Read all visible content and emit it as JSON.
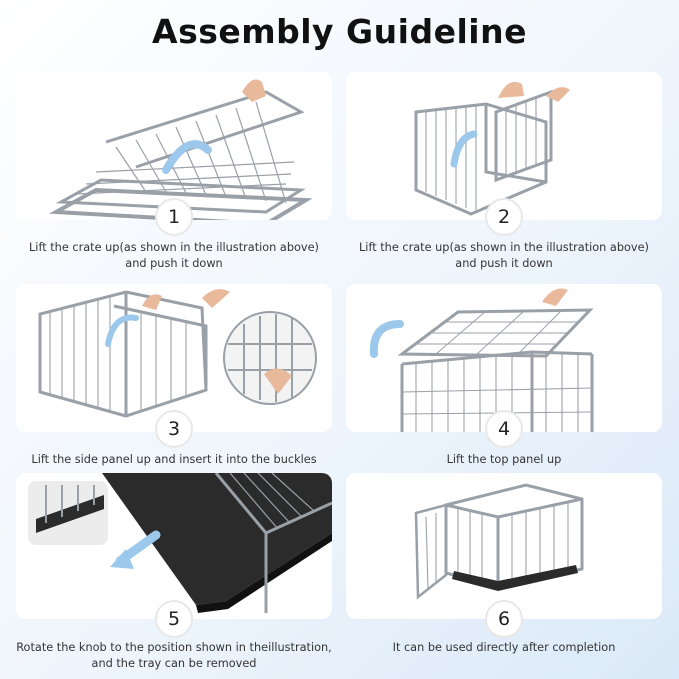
{
  "header": {
    "title": "Assembly Guideline"
  },
  "steps": [
    {
      "number": "1",
      "lines": [
        "Lift the crate up(as shown in the illustration above)",
        "and push it down"
      ]
    },
    {
      "number": "2",
      "lines": [
        "Lift the crate up(as shown in the illustration above)",
        "and push it down"
      ]
    },
    {
      "number": "3",
      "lines": [
        "Lift the side panel up and insert it into the buckles"
      ]
    },
    {
      "number": "4",
      "lines": [
        "Lift the top panel up"
      ]
    },
    {
      "number": "5",
      "lines": [
        "Rotate the knob to the position shown in theillustration,",
        "and the tray can be removed"
      ]
    },
    {
      "number": "6",
      "lines": [
        "It can be used directly after completion"
      ]
    }
  ],
  "colors": {
    "frame": "#9aa0a8",
    "arrow": "#9cc8ec",
    "tray": "#2b2b2b"
  },
  "icons": [
    "curved-arrow-icon",
    "hand-icon",
    "magnify-circle-icon"
  ]
}
